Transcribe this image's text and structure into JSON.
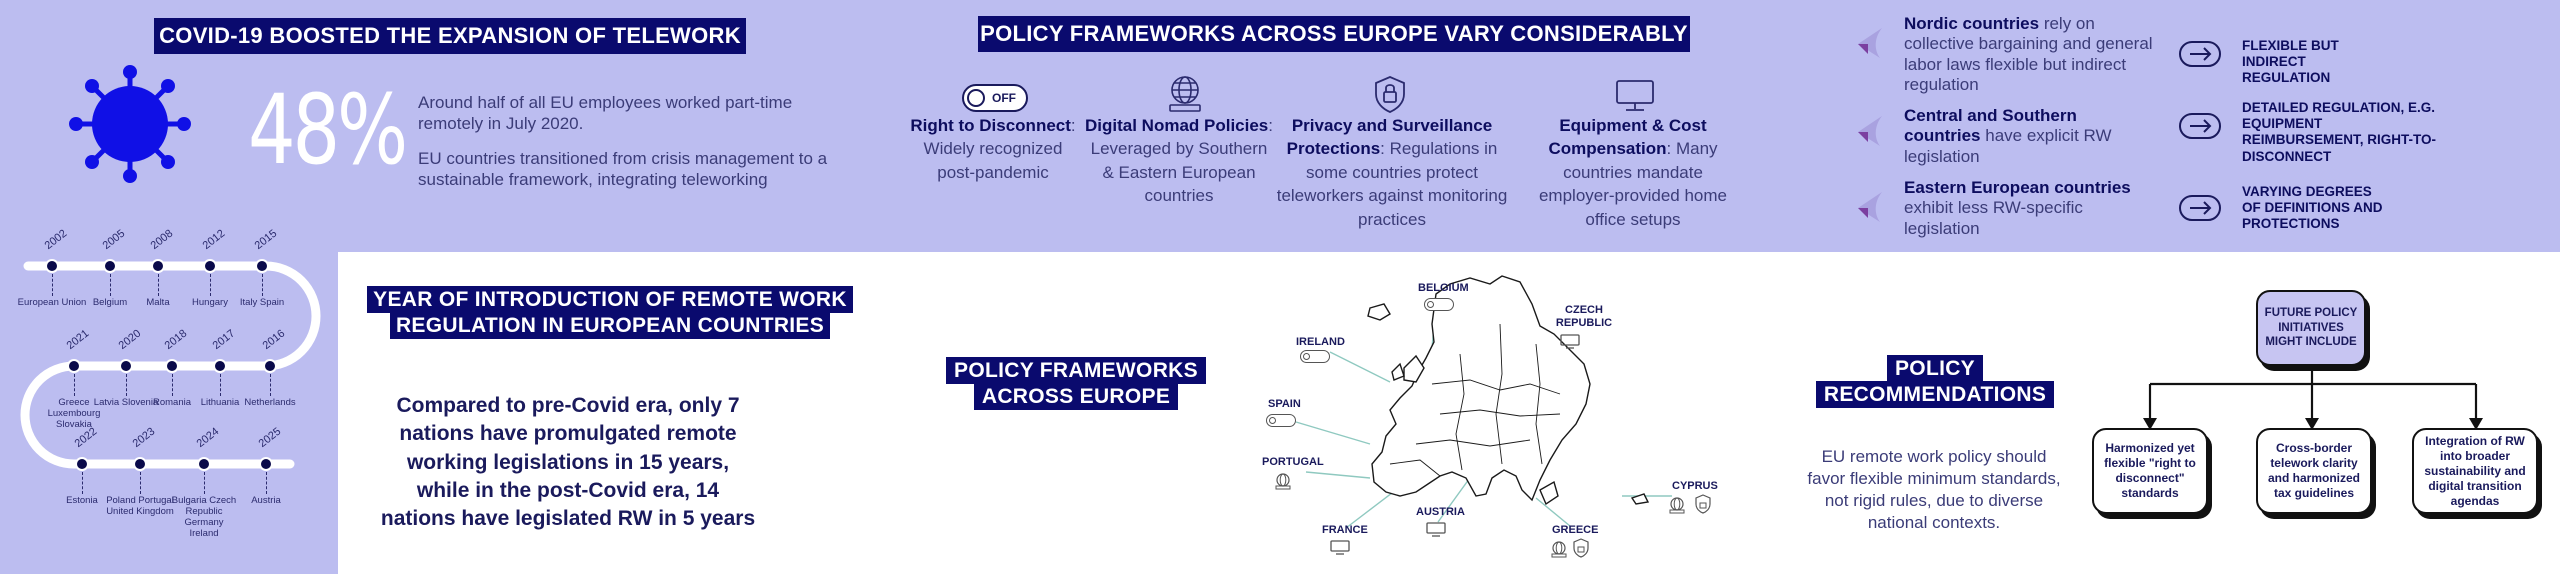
{
  "covid": {
    "heading": "COVID-19 BOOSTED THE EXPANSION OF TELEWORK",
    "stat": "48%",
    "text1": "Around half of all EU employees worked part-time remotely in July 2020.",
    "text2": "EU countries transitioned from crisis management to a sustainable framework, integrating teleworking"
  },
  "frameworks": {
    "heading": "POLICY FRAMEWORKS ACROSS EUROPE VARY CONSIDERABLY",
    "toggle_label": "OFF",
    "items": [
      {
        "title": "Right to Disconnect",
        "body": ": Widely recognized post-pandemic"
      },
      {
        "title": "Digital Nomad Policies",
        "body": ": Leveraged by Southern & Eastern European countries"
      },
      {
        "title": "Privacy and Surveillance Protections",
        "body": ": Regulations in some countries protect teleworkers against monitoring practices"
      },
      {
        "title": "Equipment & Cost Compensation",
        "body": ": Many countries mandate employer-provided  home office setups"
      }
    ]
  },
  "regions": [
    {
      "title": "Nordic countries",
      "body": " rely on collective bargaining and general labor laws flexible but indirect regulation",
      "note": "FLEXIBLE BUT INDIRECT REGULATION"
    },
    {
      "title": "Central and Southern countries",
      "body": " have explicit RW legislation",
      "note": "DETAILED REGULATION, E.G. EQUIPMENT REIMBURSEMENT,  RIGHT-TO-DISCONNECT"
    },
    {
      "title": "Eastern European countries",
      "body": " exhibit less RW-specific legislation",
      "note": "VARYING DEGREES OF DEFINITIONS AND PROTECTIONS"
    }
  ],
  "timeline": [
    {
      "year": "2002",
      "label": "European Union"
    },
    {
      "year": "2005",
      "label": "Belgium"
    },
    {
      "year": "2008",
      "label": "Malta"
    },
    {
      "year": "2012",
      "label": "Hungary"
    },
    {
      "year": "2015",
      "label": "Italy Spain"
    },
    {
      "year": "2016",
      "label": "Netherlands"
    },
    {
      "year": "2017",
      "label": "Lithuania"
    },
    {
      "year": "2018",
      "label": "Romania"
    },
    {
      "year": "2020",
      "label": "Latvia Slovenia"
    },
    {
      "year": "2021",
      "label": "Greece Luxembourg Slovakia"
    },
    {
      "year": "2022",
      "label": "Estonia"
    },
    {
      "year": "2023",
      "label": "Poland Portugal United Kingdom"
    },
    {
      "year": "2024",
      "label": "Bulgaria Czech Republic Germany Ireland"
    },
    {
      "year": "2025",
      "label": "Austria"
    }
  ],
  "year_intro": {
    "heading_line1": "YEAR OF INTRODUCTION OF REMOTE WORK",
    "heading_line2": "REGULATION IN EUROPEAN COUNTRIES",
    "summary": "Compared to pre-Covid era, only 7 nations have promulgated remote working legislations in 15 years, while in the post-Covid era, 14 nations have legislated RW in 5 years"
  },
  "map": {
    "heading_line1": "POLICY FRAMEWORKS",
    "heading_line2": "ACROSS EUROPE",
    "countries": [
      "BELGIUM",
      "CZECH REPUBLIC",
      "IRELAND",
      "SPAIN",
      "PORTUGAL",
      "FRANCE",
      "AUSTRIA",
      "GREECE",
      "CYPRUS"
    ]
  },
  "recommendations": {
    "heading_line1": "POLICY",
    "heading_line2": "RECOMMENDATIONS",
    "body": "EU remote work policy should favor flexible minimum standards, not rigid rules, due to diverse national contexts.",
    "root": "FUTURE POLICY INITIATIVES MIGHT INCLUDE",
    "children": [
      "Harmonized yet flexible \"right to disconnect\" standards",
      "Cross-border telework clarity and harmonized tax guidelines",
      "Integration of RW into broader sustainability and digital transition agendas"
    ]
  },
  "colors": {
    "background": "#bcbdf0",
    "navy": "#0a0a6e",
    "virus_blue": "#1010e6",
    "map_line": "#8fc9c0"
  }
}
